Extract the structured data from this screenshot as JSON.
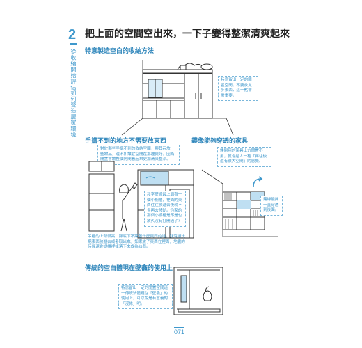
{
  "chapter": {
    "number": "2",
    "side_title": "從收納開始評估如何營造居家環境"
  },
  "main_title": "把上面的空間空出來，一下子變得整潔清爽起來",
  "sections": [
    {
      "heading": "特意製造空白的收納方法",
      "callout": "特意留出一定的閒置空間，不要放太多東西，這一點非常重要。"
    },
    {
      "heading": "手搆不到的地方不需要放東西",
      "callout_top": "對於那些手搆不到的收納空間，與其存放一些物品，還不如讓它空閒在那裡更好。因為閒置會讓整個房間看起來更加清爽整潔。",
      "callout_mid": "和室壁櫥最上面有一個小櫥櫃，裡面的東西往往放進去後就不會再去移動。你家的那個小櫥櫃是不是也放久沒有打開過了？",
      "note_bottom": "吊櫃的上部很高，腳底下不踩著什麼東西的話，就沒辦法把東西放進去或者取出來。如果放了東西在裡面，地震的時候還會從櫃裡掉落下來成為凶器。"
    },
    {
      "heading": "鏤缘能夠穿透的家具",
      "callout_top": "鏤開用的家具上方閒置不用，就會給人一種「再往後還有很大空間」的感覺。",
      "callout_side": "鏤緣能夠一直穿透到後面。"
    },
    {
      "heading": "傳統的空白體現在壁龕的使用上",
      "callout": "特意留出一定的閒置空間這一傳統法體現在「壁龕」的使用上，可以說是有意義的「漫休」吧。"
    }
  ],
  "page_number": "071",
  "colors": {
    "accent": "#3f98cc",
    "heading": "#2f86bb",
    "ink": "#333333",
    "fill": "#bfdff2"
  },
  "icons": [
    "curved-arrow-icon"
  ]
}
